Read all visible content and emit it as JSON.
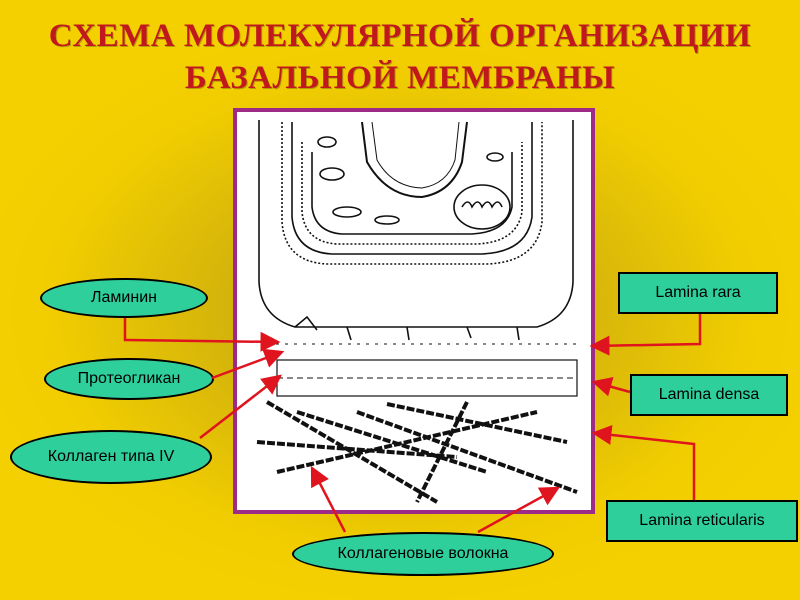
{
  "title": {
    "line1": "СХЕМА МОЛЕКУЛЯРНОЙ ОРГАНИЗАЦИИ",
    "line2": "БАЗАЛЬНОЙ МЕМБРАНЫ"
  },
  "labels_left": {
    "laminin": "Ламинин",
    "proteoglycan": "Протеогликан",
    "collagen_iv": "Коллаген типа IV",
    "collagen_fibers": "Коллагеновые волокна"
  },
  "labels_right": {
    "lamina_rara": "Lamina rara",
    "lamina_densa": "Lamina densa",
    "lamina_reticularis": "Lamina reticularis"
  },
  "colors": {
    "title": "#c0181d",
    "label_fill": "#2ecf9b",
    "arrow": "#e0141e",
    "frame_border": "#9c2a86"
  }
}
